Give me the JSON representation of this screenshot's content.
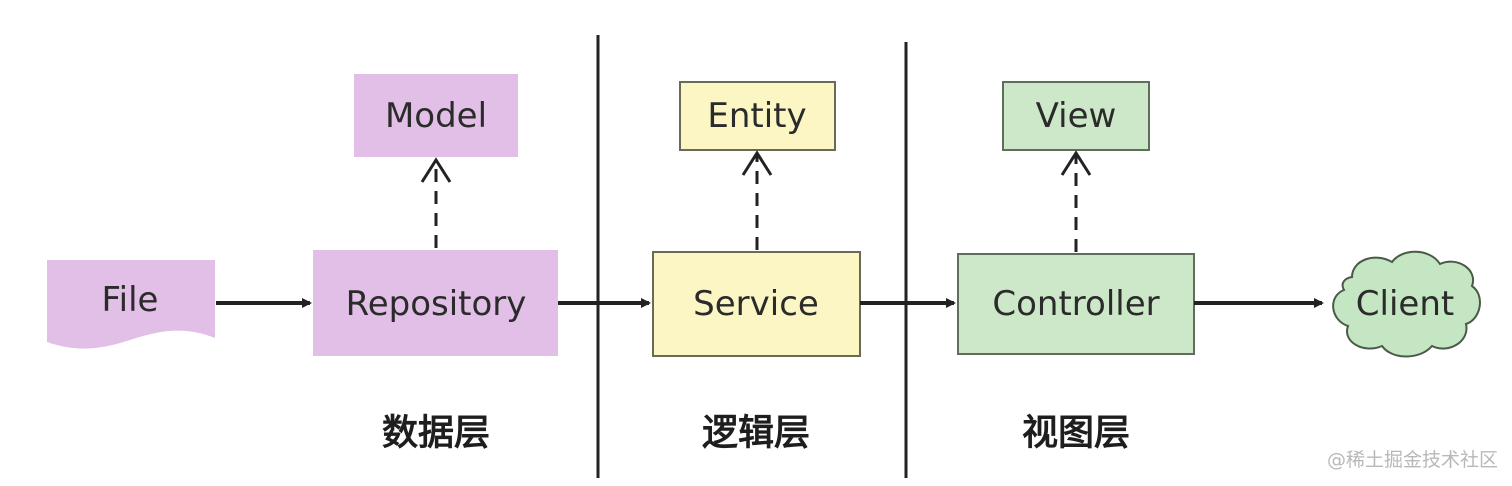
{
  "colors": {
    "data_layer": "#e2bfe6",
    "logic_layer": "#fbf6c4",
    "view_layer": "#cde8c9",
    "client": "#c5e6c2",
    "edge": "#222222"
  },
  "nodes": {
    "file": "File",
    "repository": "Repository",
    "model": "Model",
    "service": "Service",
    "entity": "Entity",
    "controller": "Controller",
    "view": "View",
    "client": "Client"
  },
  "layers": {
    "data": "数据层",
    "logic": "逻辑层",
    "view": "视图层"
  },
  "watermark": "@稀土掘金技术社区"
}
